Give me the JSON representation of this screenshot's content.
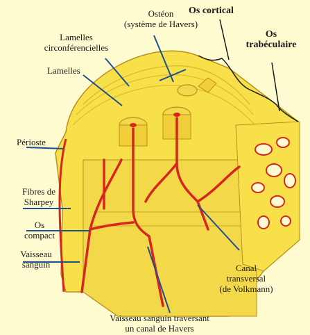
{
  "diagram": {
    "labels": {
      "osteon": [
        "Ostéon",
        "(système de Havers)"
      ],
      "os_cortical": "Os cortical",
      "os_trabeculaire": [
        "Os",
        "trabéculaire"
      ],
      "lamelles_circ": [
        "Lamelles",
        "circonférencielles"
      ],
      "lamelles": "Lamelles",
      "perioste": "Périoste",
      "fibres_sharpey": [
        "Fibres de",
        "Sharpey"
      ],
      "os_compact": [
        "Os",
        "compact"
      ],
      "vaisseau_sanguin": [
        "Vaisseau",
        "sanguin"
      ],
      "canal_transversal": [
        "Canal",
        "transversal",
        "(de Volkmann)"
      ],
      "vaisseau_havers": [
        "Vaisseau sanguin traversant",
        "un canal de Havers"
      ]
    },
    "colors": {
      "background": "#fffbd0",
      "bone": "#f7e04a",
      "bone_dark": "#d9b52a",
      "vessel": "#d6261e",
      "leader": "#1f4f8f"
    }
  }
}
